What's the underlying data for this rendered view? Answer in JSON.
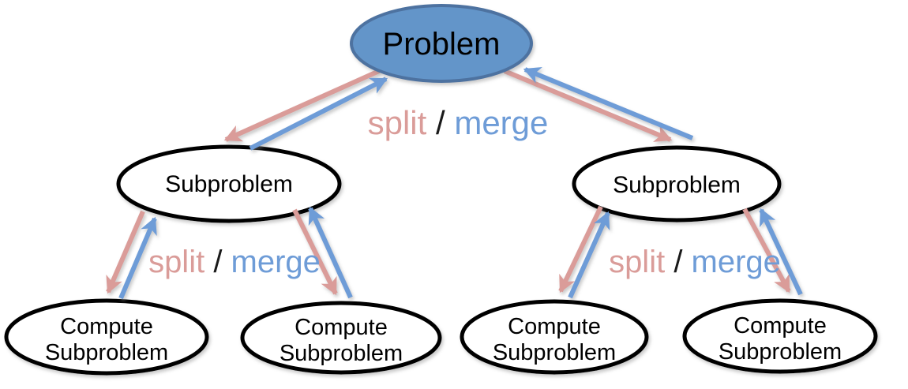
{
  "diagram": {
    "root": {
      "label": "Problem"
    },
    "subproblems": [
      {
        "label": "Subproblem"
      },
      {
        "label": "Subproblem"
      }
    ],
    "compute": [
      {
        "line1": "Compute",
        "line2": "Subproblem"
      },
      {
        "line1": "Compute",
        "line2": "Subproblem"
      },
      {
        "line1": "Compute",
        "line2": "Subproblem"
      },
      {
        "line1": "Compute",
        "line2": "Subproblem"
      }
    ],
    "edge_labels": [
      {
        "split": "split",
        "sep": " / ",
        "merge": "merge"
      },
      {
        "split": "split",
        "sep": " / ",
        "merge": "merge"
      },
      {
        "split": "split",
        "sep": " / ",
        "merge": "merge"
      }
    ],
    "colors": {
      "split_pink": "#DA9C99",
      "merge_blue": "#6E9CD7",
      "slash_black": "#1A1A1A",
      "root_fill": "#6495C9",
      "root_stroke": "#4D72A0",
      "node_fill": "#FFFFFF",
      "node_stroke": "#000000",
      "text_black": "#000000"
    }
  }
}
